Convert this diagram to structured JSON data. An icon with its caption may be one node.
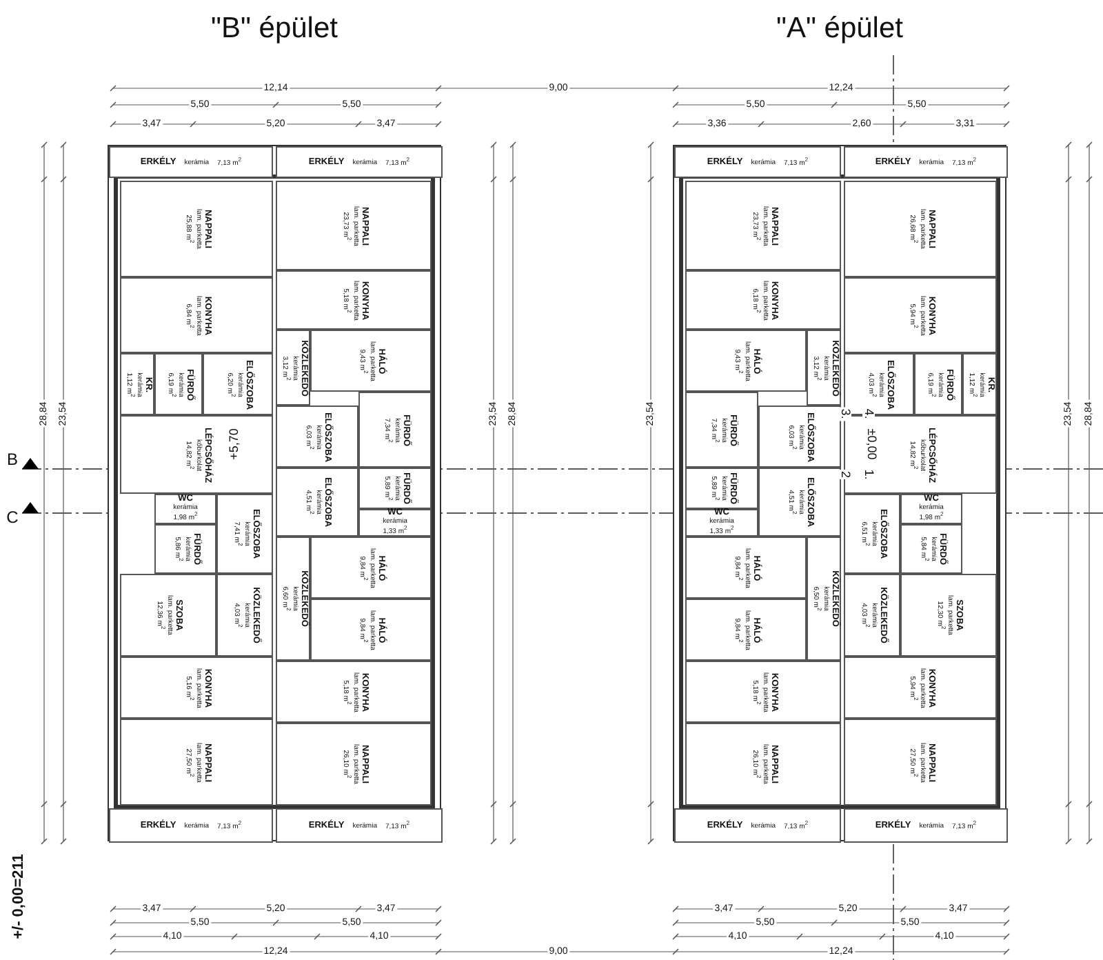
{
  "diagram": {
    "nodes": [
      {
        "text": [
          "\"B\" épület"
        ]
      },
      {
        "text": [
          "ERKÉLY",
          "kerámia",
          "7,13 m$^{2}$"
        ],
        "in": 0
      },
      {
        "text": [
          "NAPPALI",
          "lam. parketta",
          "25,88 m$^{2}$"
        ],
        "in": 0
      },
      {
        "text": [
          "KONYHA",
          "lam. parketta",
          "6,84 m$^{2}$"
        ],
        "in": 0
      },
      {
        "text": [
          "KR.",
          "kerámia",
          "1,12 m$^{2}$"
        ],
        "in": 0
      },
      {
        "text": [
          "FÜRDŐ",
          "kerámia",
          "6,19 m$^{2}$"
        ],
        "in": 0
      },
      {
        "text": [
          "ELŐSZOBA",
          "kerámia",
          "6,20 m$^{2}$"
        ],
        "in": 0
      },
      {
        "text": [
          "LÉPCSŐHÁZ",
          "kőburkolat",
          "14,82 m$^{2}$"
        ],
        "in": 0
      },
      {
        "text": [
          "WC",
          "kerámia",
          "1,98 m$^{2}$"
        ],
        "in": 0
      },
      {
        "text": [
          "FÜRDŐ",
          "kerámia",
          "5,86 m$^{2}$"
        ],
        "in": 0
      },
      {
        "text": [
          "ELŐSZOBA",
          "kerámia",
          "7,41 m$^{2}$"
        ],
        "in": 0
      },
      {
        "text": [
          "SZOBA",
          "lam. parketta",
          "12,36 m$^{2}$"
        ],
        "in": 0
      },
      {
        "text": [
          "KÖZLEKEDŐ",
          "kerámia",
          "4,03 m$^{2}$"
        ],
        "in": 0
      },
      {
        "text": [
          "KONYHA",
          "lam. parketta",
          "5,16 m$^{2}$"
        ],
        "in": 0
      },
      {
        "text": [
          "NAPPALI",
          "lam. parketta",
          "27,50 m$^{2}$"
        ],
        "in": 0
      },
      {
        "text": [
          "ERKÉLY",
          "kerámia",
          "7,13 m$^{2}$"
        ],
        "in": 0
      },
      {
        "text": [
          "ERKÉLY",
          "kerámia",
          "7,13 m$^{2}$"
        ],
        "in": 0
      },
      {
        "text": [
          "NAPPALI",
          "lam. parketta",
          "23,73 m$^{2}$"
        ],
        "in": 0
      },
      {
        "text": [
          "KONYHA",
          "lam. parketta",
          "5,18 m$^{2}$"
        ],
        "in": 0
      },
      {
        "text": [
          "KÖZLEKEDŐ",
          "kerámia",
          "3,12 m$^{2}$"
        ],
        "in": 0
      },
      {
        "text": [
          "HÁLÓ",
          "lam. parketta",
          "9,43 m$^{2}$"
        ],
        "in": 0
      },
      {
        "text": [
          "ELŐSZOBA",
          "kerámia",
          "6,03 m$^{2}$"
        ],
        "in": 0
      },
      {
        "text": [
          "FÜRDŐ",
          "kerámia",
          "7,34 m$^{2}$"
        ],
        "in": 0
      },
      {
        "text": [
          "ELŐSZOBA",
          "kerámia",
          "4,51 m$^{2}$"
        ],
        "in": 0
      },
      {
        "text": [
          "FÜRDŐ",
          "kerámia",
          "5,89 m$^{2}$"
        ],
        "in": 0
      },
      {
        "text": [
          "WC",
          "kerámia",
          "1,33 m$^{2}$"
        ],
        "in": 0
      },
      {
        "text": [
          "HÁLÓ",
          "lam. parketta",
          "9,84 m$^{2}$"
        ],
        "in": 0
      },
      {
        "text": [
          "KÖZLEKEDŐ",
          "kerámia",
          "6,60 m$^{2}$"
        ],
        "in": 0
      },
      {
        "text": [
          "HÁLÓ",
          "lam. parketta",
          "9,84 m$^{2}$"
        ],
        "in": 0
      },
      {
        "text": [
          "KONYHA",
          "lam. parketta",
          "5,18 m$^{2}$"
        ],
        "in": 0
      },
      {
        "text": [
          "NAPPALI",
          "lam. parketta",
          "26,10 m$^{2}$"
        ],
        "in": 0
      },
      {
        "text": [
          "ERKÉLY",
          "kerámia",
          "7,13 m$^{2}$"
        ],
        "in": 0
      },
      {
        "text": [
          "\"A\" épület"
        ]
      },
      {
        "text": [
          "ERKÉLY",
          "kerámia",
          "7,13 m$^{2}$"
        ],
        "in": 32
      },
      {
        "text": [
          "NAPPALI",
          "lam. parketta",
          "26,68 m$^{2}$"
        ],
        "in": 32
      },
      {
        "text": [
          "KONYHA",
          "lam. parketta",
          "5,94 m$^{2}$"
        ],
        "in": 32
      },
      {
        "text": [
          "KR.",
          "kerámia",
          "1,12 m$^{2}$"
        ],
        "in": 32
      },
      {
        "text": [
          "FÜRDŐ",
          "kerámia",
          "6,19 m$^{2}$"
        ],
        "in": 32
      },
      {
        "text": [
          "ELŐSZOBA",
          "kerámia",
          "4,03 m$^{2}$"
        ],
        "in": 32
      },
      {
        "text": [
          "LÉPCSŐHÁZ",
          "kőburkolat",
          "14,82 m$^{2}$"
        ],
        "in": 32
      },
      {
        "text": [
          "WC",
          "kerámia",
          "1,98 m$^{2}$"
        ],
        "in": 32
      },
      {
        "text": [
          "FÜRDŐ",
          "kerámia",
          "5,84 m$^{2}$"
        ],
        "in": 32
      },
      {
        "text": [
          "ELŐSZOBA",
          "kerámia",
          "6,51 m$^{2}$"
        ],
        "in": 32
      },
      {
        "text": [
          "SZOBA",
          "lam. parketta",
          "12,30 m$^{2}$"
        ],
        "in": 32
      },
      {
        "text": [
          "KÖZLEKEDŐ",
          "kerámia",
          "4,03 m$^{2}$"
        ],
        "in": 32
      },
      {
        "text": [
          "KONYHA",
          "lam. parketta",
          "5,94 m$^{2}$"
        ],
        "in": 32
      },
      {
        "text": [
          "NAPPALI",
          "lam. parketta",
          "27,50 m$^{2}$"
        ],
        "in": 32
      },
      {
        "text": [
          "ERKÉLY",
          "kerámia",
          "7,13 m$^{2}$"
        ],
        "in": 32
      },
      {
        "text": [
          "ERKÉLY",
          "kerámia",
          "7,13 m$^{2}$"
        ],
        "in": 32
      },
      {
        "text": [
          "NAPPALI",
          "lam. parketta",
          "23,73 m$^{2}$"
        ],
        "in": 32
      },
      {
        "text": [
          "KONYHA",
          "lam. parketta",
          "6,18 m$^{2}$"
        ],
        "in": 32
      },
      {
        "text": [
          "KÖZLEKEDŐ",
          "kerámia",
          "3,12 m$^{2}$"
        ],
        "in": 32
      },
      {
        "text": [
          "HÁLÓ",
          "lam. parketta",
          "9,43 m$^{2}$"
        ],
        "in": 32
      },
      {
        "text": [
          "ELŐSZOBA",
          "kerámia",
          "6,03 m$^{2}$"
        ],
        "in": 32
      },
      {
        "text": [
          "FÜRDŐ",
          "kerámia",
          "7,34 m$^{2}$"
        ],
        "in": 32
      },
      {
        "text": [
          "ELŐSZOBA",
          "kerámia",
          "4,51 m$^{2}$"
        ],
        "in": 32
      },
      {
        "text": [
          "FÜRDŐ",
          "kerámia",
          "5,89 m$^{2}$"
        ],
        "in": 32
      },
      {
        "text": [
          "WC",
          "kerámia",
          "1,33 m$^{2}$"
        ],
        "in": 32
      },
      {
        "text": [
          "HÁLÓ",
          "lam. parketta",
          "9,84 m$^{2}$"
        ],
        "in": 32
      },
      {
        "text": [
          "KÖZLEKEDŐ",
          "kerámia",
          "6,50 m$^{2}$"
        ],
        "in": 32
      },
      {
        "text": [
          "HÁLÓ",
          "lam. parketta",
          "9,84 m$^{2}$"
        ],
        "in": 32
      },
      {
        "text": [
          "KONYHA",
          "lam. parketta",
          "5,18 m$^{2}$"
        ],
        "in": 32
      },
      {
        "text": [
          "NAPPALI",
          "lam. parketta",
          "26,10 m$^{2}$"
        ],
        "in": 32
      },
      {
        "text": [
          "ERKÉLY",
          "kerámia",
          "7,13 m$^{2}$"
        ],
        "in": 32
      }
    ],
    "labels": [
      "12,14",
      "5,50",
      "5,50",
      "3,47",
      "5,20",
      "3,47",
      "9,00",
      "12,24",
      "5,50",
      "5,50",
      "3,36",
      "2,60",
      "3,31",
      "28,84",
      "23,54",
      "23,54",
      "28,84",
      "23,54",
      "23,54",
      "28,84",
      "B",
      "C",
      "+5,70",
      "3.",
      "4.",
      "±0,00",
      "2",
      "1.",
      "3,47",
      "5,20",
      "3,47",
      "5,50",
      "5,50",
      "4,10",
      "4,10",
      "12,24",
      "9,00",
      "3,47",
      "5,20",
      "3,47",
      "5,50",
      "5,50",
      "4,10",
      "4,10",
      "12,24",
      "+/- 0,00=211"
    ]
  }
}
